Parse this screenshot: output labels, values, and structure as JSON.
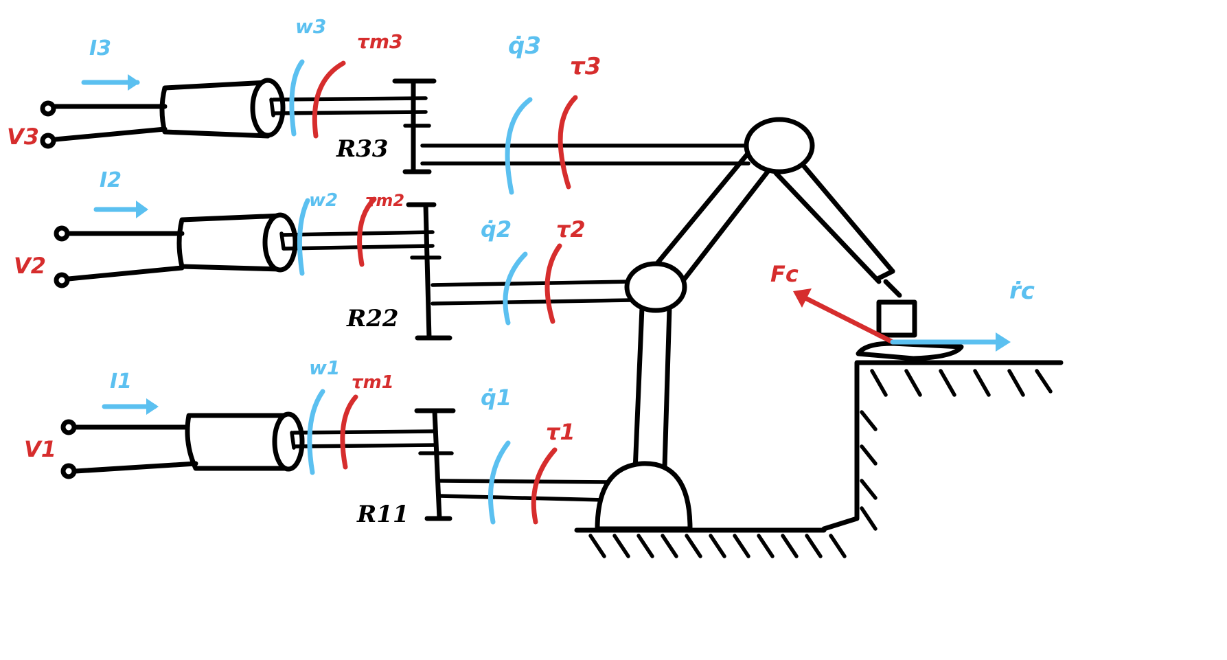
{
  "colors": {
    "ink": "#000000",
    "current_and_velocity": "#5bc0f0",
    "voltage_and_torque": "#d62d2d",
    "background": "#ffffff"
  },
  "actuators": [
    {
      "voltage_label": "V3",
      "current_label": "I3",
      "motor_speed_label": "w3",
      "motor_torque_label": "τm3",
      "gear_label": "R33",
      "joint_velocity_label": "q̇3",
      "joint_torque_label": "τ3"
    },
    {
      "voltage_label": "V2",
      "current_label": "I2",
      "motor_speed_label": "w2",
      "motor_torque_label": "τm2",
      "gear_label": "R22",
      "joint_velocity_label": "q̇2",
      "joint_torque_label": "τ2"
    },
    {
      "voltage_label": "V1",
      "current_label": "I1",
      "motor_speed_label": "w1",
      "motor_torque_label": "τm1",
      "gear_label": "R11",
      "joint_velocity_label": "q̇1",
      "joint_torque_label": "τ1"
    }
  ],
  "end_effector": {
    "contact_force_label": "Fc",
    "tool_velocity_label": "ṙc"
  }
}
